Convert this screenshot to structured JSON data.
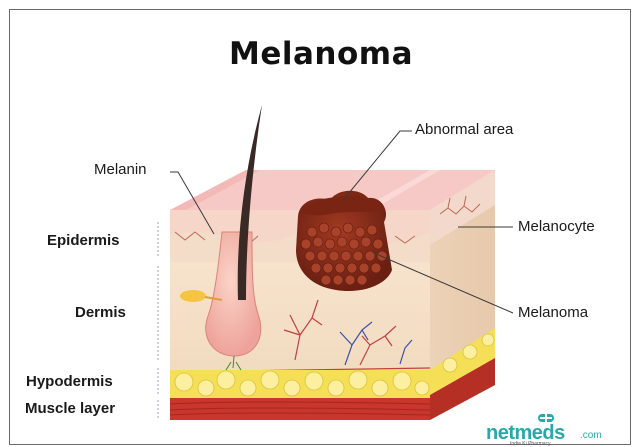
{
  "title": "Melanoma",
  "labels": {
    "melanin": "Melanin",
    "abnormal_area": "Abnormal area",
    "melanocyte": "Melanocyte",
    "melanoma": "Melanoma",
    "epidermis": "Epidermis",
    "dermis": "Dermis",
    "hypodermis": "Hypodermis",
    "muscle_layer": "Muscle layer"
  },
  "logo": {
    "name": "netmeds",
    "suffix": ".com",
    "tagline": "India Ki Pharmacy"
  },
  "colors": {
    "epidermis_top": "#f6c6c4",
    "epidermis": "#f3d2c4",
    "dermis": "#f3ddc2",
    "fat": "#f7e34e",
    "muscle": "#c8362c",
    "melanoma": "#8b2a1a",
    "hair": "#3a2a26"
  }
}
